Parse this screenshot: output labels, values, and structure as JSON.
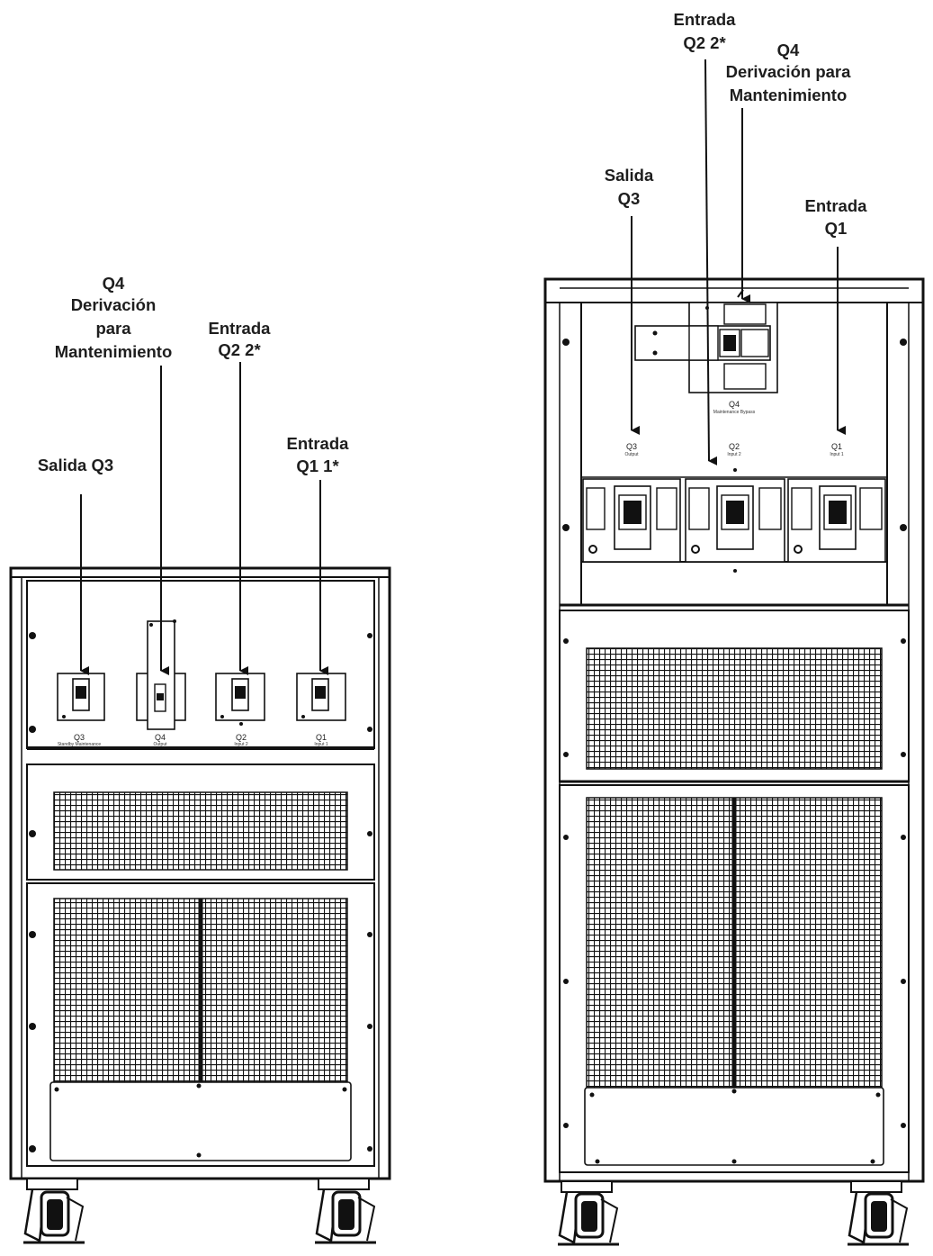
{
  "left_cabinet": {
    "callouts": {
      "q3": [
        "Salida Q3"
      ],
      "q4": [
        "Q4",
        "Derivación",
        "para",
        "Mantenimiento"
      ],
      "q2": [
        "Entrada",
        "Q2 2*"
      ],
      "q1": [
        "Entrada",
        "Q1 1*"
      ]
    },
    "panel_labels": {
      "q3": "Q3",
      "q3_sub": "Standby Maintenance",
      "q4": "Q4",
      "q4_sub": "Output",
      "q2": "Q2",
      "q2_sub": "Input 2",
      "q1": "Q1",
      "q1_sub": "Input 1"
    }
  },
  "right_cabinet": {
    "callouts": {
      "q2": [
        "Entrada",
        "Q2 2*"
      ],
      "q4": [
        "Q4",
        "Derivación para",
        "Mantenimiento"
      ],
      "q3": [
        "Salida",
        "Q3"
      ],
      "q1": [
        "Entrada",
        "Q1"
      ]
    },
    "panel_labels": {
      "q4": "Q4",
      "q4_sub": "Maintenance Bypass",
      "q3": "Q3",
      "q3_sub": "Output",
      "q2": "Q2",
      "q2_sub": "Input 2",
      "q1": "Q1",
      "q1_sub": "Input 1"
    }
  }
}
